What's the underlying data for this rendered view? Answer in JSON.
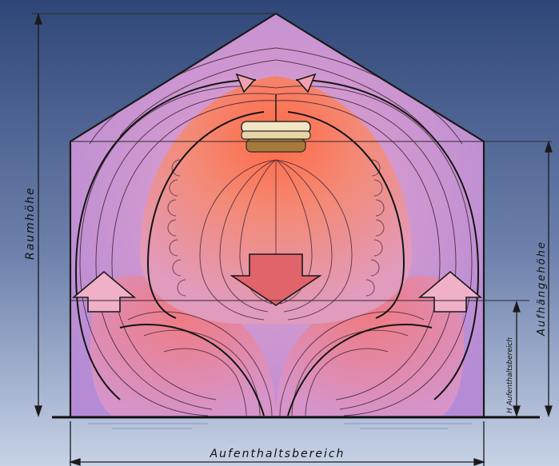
{
  "labels": {
    "raumhoehe": "Raumhöhe",
    "aufhaengehoehe": "Aufhängehöhe",
    "h_aufenthaltsbereich": "H Aufenthaltsbereich",
    "aufenthaltsbereich": "Aufenthaltsbereich"
  },
  "colors": {
    "background_top": "#2f4778",
    "background_bottom": "#c7d2e6",
    "room_fill": "#c48fd6",
    "warm_core": "#f07a60",
    "outline": "#1a1a1a",
    "flow_line": "#3a2030"
  },
  "icons": {
    "heater": "radiant-ceiling-heater-icon",
    "down_arrow": "warm-air-down-arrow-icon",
    "side_arrows": "recirculation-arrow-icon"
  }
}
